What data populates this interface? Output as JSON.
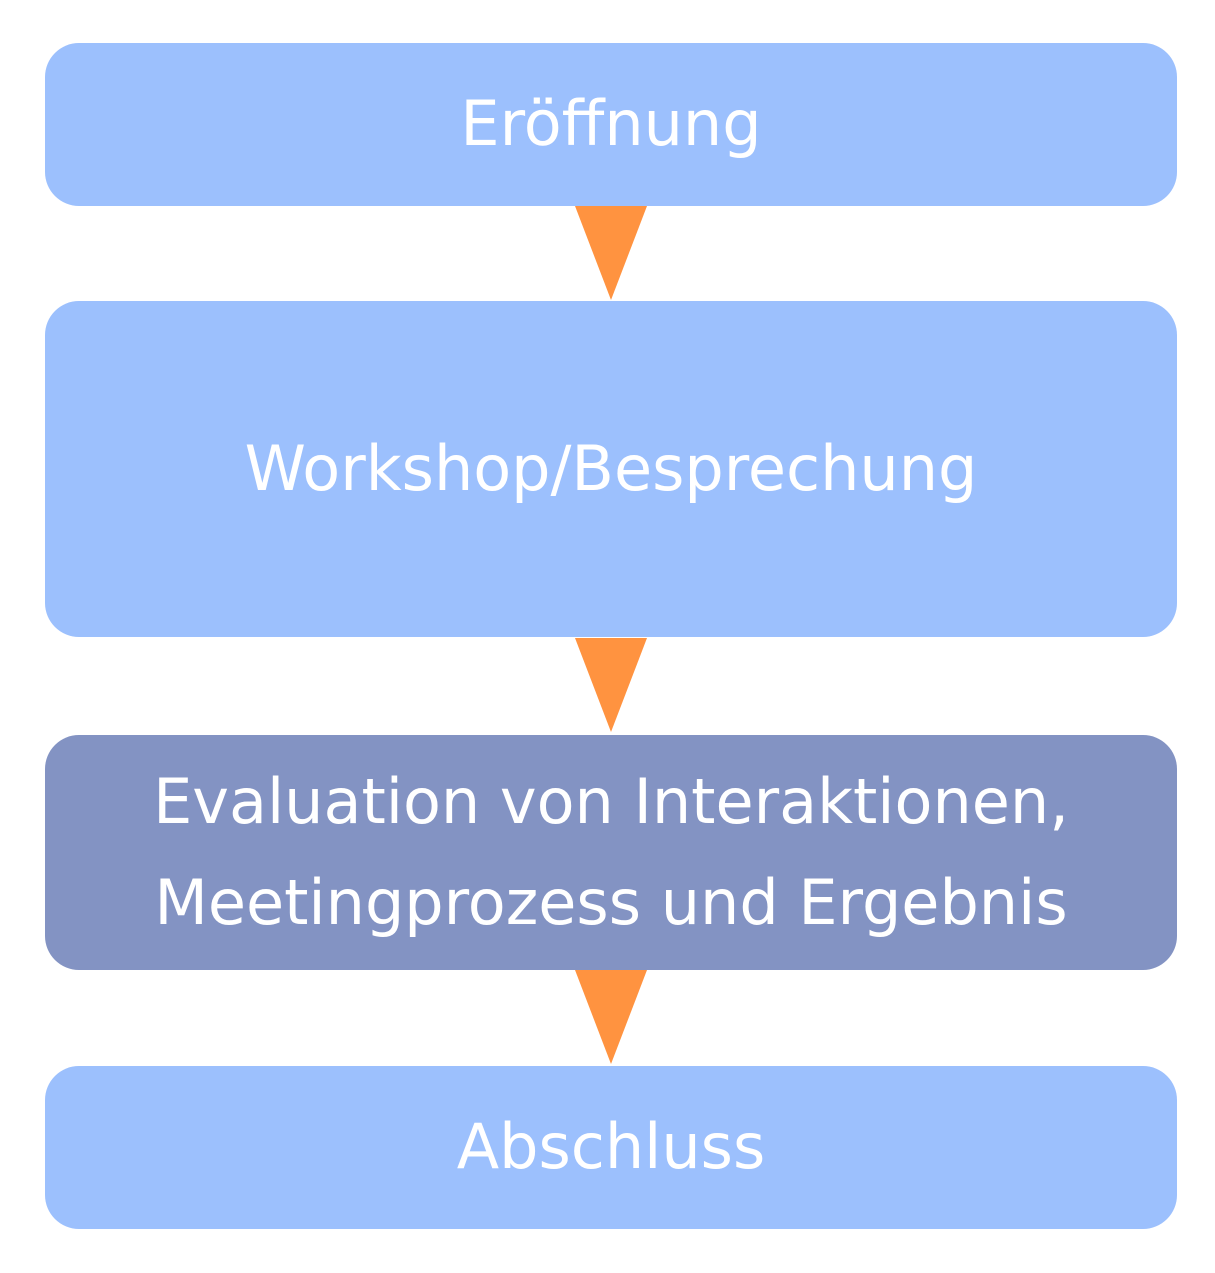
{
  "colors": {
    "step_default": "#9cc0fd",
    "step_highlight": "#8393c3",
    "arrow": "#ff9340",
    "text": "#ffffff"
  },
  "steps": [
    {
      "label": "Eröffnung",
      "highlight": false
    },
    {
      "label": "Workshop/Besprechung",
      "highlight": false
    },
    {
      "label": "Evaluation von Interaktionen,\nMeetingprozess und Ergebnis",
      "highlight": true
    },
    {
      "label": "Abschluss",
      "highlight": false
    }
  ],
  "arrow_icon": "triangle-down-icon"
}
